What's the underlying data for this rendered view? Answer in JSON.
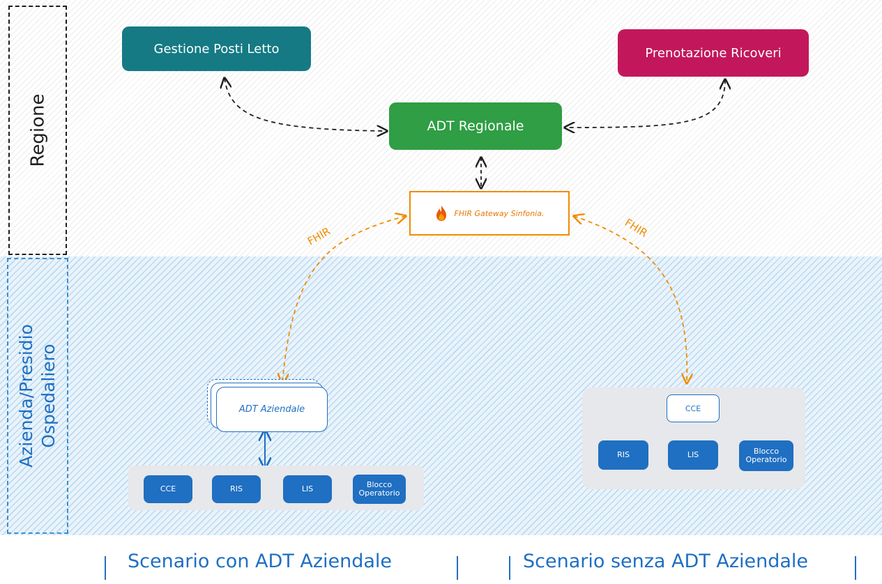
{
  "lanes": {
    "top_label": "Regione",
    "bottom_label_line1": "Azienda/Presidio",
    "bottom_label_line2": "Ospedaliero"
  },
  "regional": {
    "gestione": "Gestione Posti Letto",
    "prenotazione": "Prenotazione Ricoveri",
    "adt_regionale": "ADT Regionale",
    "gateway": "FHIR Gateway Sinfonia."
  },
  "connectors": {
    "fhir_left": "FHIR",
    "fhir_right": "FHIR"
  },
  "scenario_with": {
    "adt_aziendale": "ADT Aziendale",
    "systems": [
      "CCE",
      "RIS",
      "LIS",
      "Blocco\nOperatorio"
    ],
    "caption": "Scenario con ADT Aziendale"
  },
  "scenario_without": {
    "cce": "CCE",
    "systems": [
      "RIS",
      "LIS",
      "Blocco\nOperatorio"
    ],
    "caption": "Scenario senza ADT Aziendale"
  },
  "colors": {
    "gestione": "#157a84",
    "prenotazione": "#c2185b",
    "adt_regionale": "#2f9e44",
    "gateway": "#f08c00",
    "blue": "#1f6fc2"
  },
  "icons": {
    "gateway_icon": "fire-icon"
  }
}
